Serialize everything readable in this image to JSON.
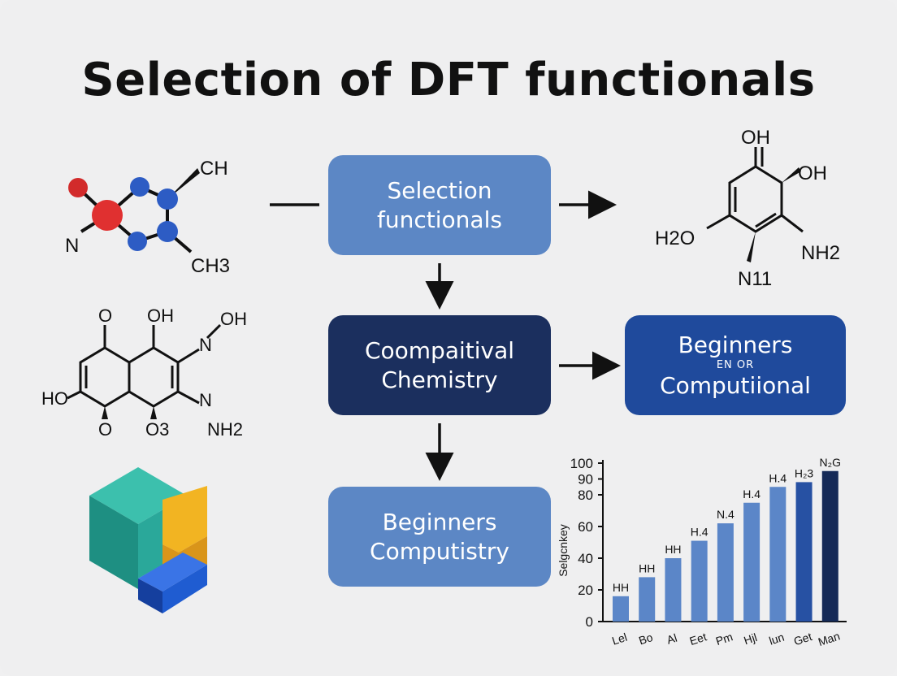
{
  "title": "Selection of DFT functionals",
  "boxes": {
    "selection": {
      "line1": "Selection",
      "line2": "functionals",
      "color": "#5c87c5"
    },
    "computational": {
      "line1": "Coompaitival",
      "line2": "Chemistry",
      "color": "#1b2f5e"
    },
    "beginners_right": {
      "line1": "Beginners",
      "sub": "EN OR",
      "line2": "Computiional",
      "color": "#1f4a9c"
    },
    "beginners_bottom": {
      "line1": "Beginners",
      "line2": "Computistry",
      "color": "#5c87c5"
    }
  },
  "molecules": {
    "ball_stick": {
      "labels": [
        "CH",
        "N",
        "CH3"
      ]
    },
    "ring_right": {
      "labels": [
        "OH",
        "OH",
        "H2O",
        "NH2",
        "N11"
      ]
    },
    "fused_ring": {
      "labels": [
        "O",
        "OH",
        "N",
        "OH",
        "HO",
        "N",
        "NH2",
        "O",
        "O3"
      ]
    }
  },
  "logo": {
    "name": "cube-logo",
    "colors": [
      "#2aa89a",
      "#f2b422",
      "#1f5cd1"
    ]
  },
  "chart_data": {
    "type": "bar",
    "categories": [
      "Lel",
      "Bo",
      "Al",
      "Eet",
      "Pm",
      "Hjl",
      "lun",
      "Get",
      "Man"
    ],
    "values": [
      16,
      28,
      40,
      51,
      62,
      75,
      85,
      88,
      95
    ],
    "bar_labels": [
      "HH",
      "HH",
      "HH",
      "H.4",
      "N.4",
      "H.4",
      "H.4",
      "H₂3",
      "N₂G"
    ],
    "ylabel": "Selgcnkey",
    "ylim": [
      0,
      100
    ],
    "yticks": [
      "0",
      "20",
      "40",
      "60",
      "80",
      "90",
      "100"
    ],
    "bar_colors": [
      "#5b86c8",
      "#5b86c8",
      "#5b86c8",
      "#5b86c8",
      "#5b86c8",
      "#5b86c8",
      "#5b86c8",
      "#2751a3",
      "#152a57"
    ]
  }
}
